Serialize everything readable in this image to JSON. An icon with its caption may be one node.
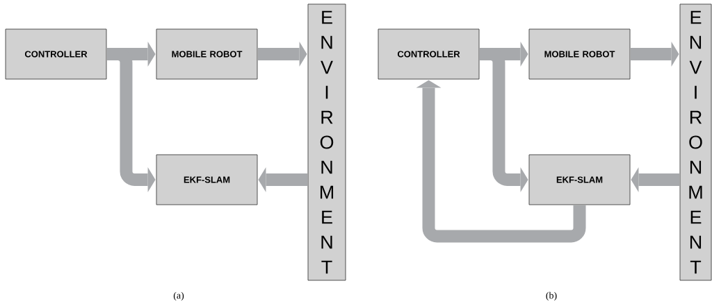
{
  "diagram": {
    "nodes": [
      {
        "text": [
          "CONTROLLER"
        ]
      },
      {
        "text": [
          "MOBILE ROBOT"
        ]
      },
      {
        "text": [
          "ENVIRONMENT"
        ]
      },
      {
        "text": [
          "EKF-SLAM"
        ]
      },
      {
        "text": [
          "CONTROLLER"
        ]
      },
      {
        "text": [
          "MOBILE ROBOT"
        ]
      },
      {
        "text": [
          "ENVIRONMENT"
        ]
      },
      {
        "text": [
          "EKF-SLAM"
        ]
      }
    ],
    "edges": [
      {
        "from": 0,
        "to": 1,
        "arrow": "to"
      },
      {
        "from": 0,
        "to": 3,
        "arrow": "to"
      },
      {
        "from": 1,
        "to": 2,
        "arrow": "to"
      },
      {
        "from": 2,
        "to": 3,
        "arrow": "to"
      },
      {
        "from": 4,
        "to": 5,
        "arrow": "to"
      },
      {
        "from": 4,
        "to": 7,
        "arrow": "to"
      },
      {
        "from": 5,
        "to": 6,
        "arrow": "to"
      },
      {
        "from": 6,
        "to": 7,
        "arrow": "to"
      },
      {
        "from": 7,
        "to": 4,
        "arrow": "to"
      }
    ],
    "labels": [
      "(a)",
      "(b)"
    ]
  }
}
